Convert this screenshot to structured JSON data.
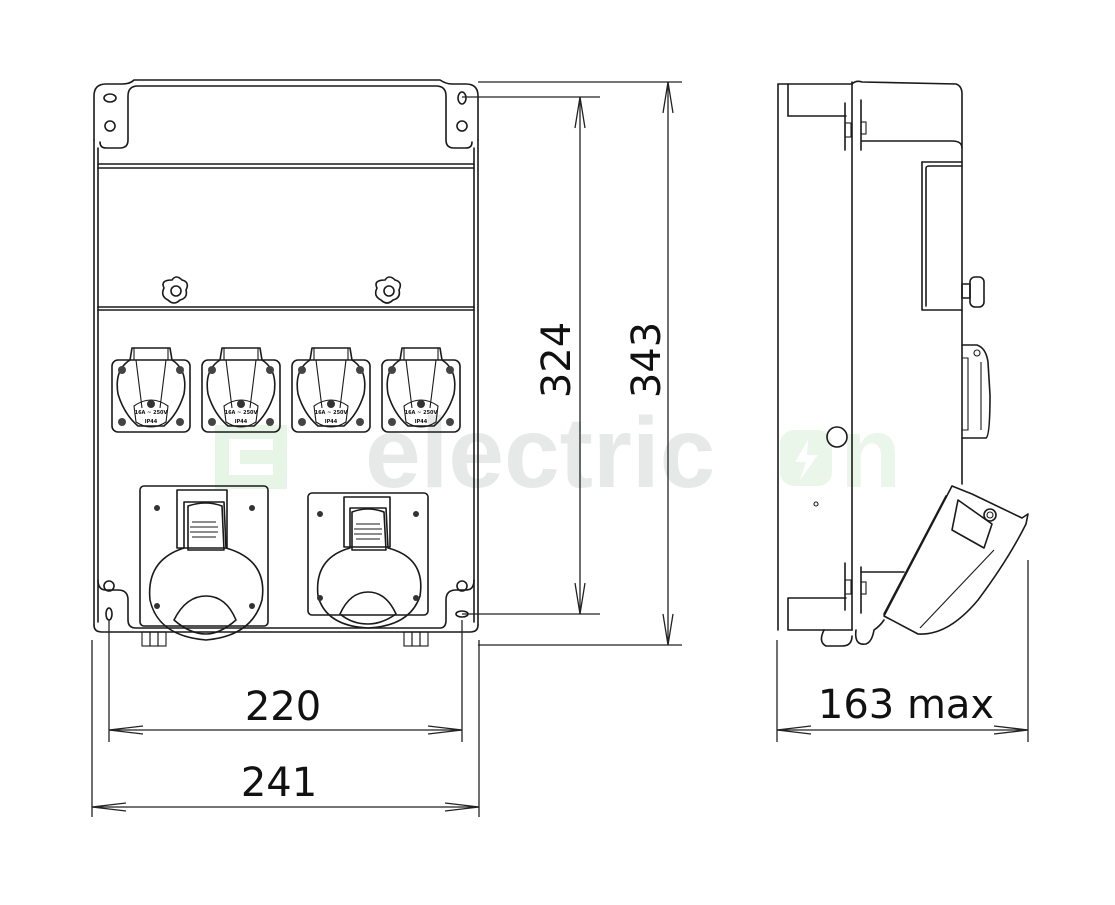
{
  "drawing": {
    "type": "technical-dimension-drawing",
    "subject": "Distribution box with sockets",
    "views": [
      "front",
      "side"
    ],
    "units": "mm"
  },
  "dimensions": {
    "inner_width": {
      "value": "220",
      "orientation": "horizontal",
      "view": "front"
    },
    "overall_width": {
      "value": "241",
      "orientation": "horizontal",
      "view": "front"
    },
    "inner_height": {
      "value": "324",
      "orientation": "vertical",
      "view": "front"
    },
    "overall_height": {
      "value": "343",
      "orientation": "vertical",
      "view": "front"
    },
    "depth": {
      "value": "163 max",
      "orientation": "horizontal",
      "view": "side"
    }
  },
  "front_view": {
    "small_sockets": [
      {
        "marking_top": "16A ~ 250V",
        "marking_ip": "IP44"
      },
      {
        "marking_top": "16A ~ 250V",
        "marking_ip": "IP44"
      },
      {
        "marking_top": "16A ~ 250V",
        "marking_ip": "IP44"
      },
      {
        "marking_top": "16A ~ 250V",
        "marking_ip": "IP44"
      }
    ],
    "large_sockets_count": 2,
    "knob_screws_count": 2
  },
  "watermark": {
    "text_left": "electric",
    "text_right": "n",
    "color_grey": "#e6e8e8",
    "color_green": "#e8f6e8"
  },
  "colors": {
    "line": "#1a1a1a",
    "background": "#ffffff"
  }
}
